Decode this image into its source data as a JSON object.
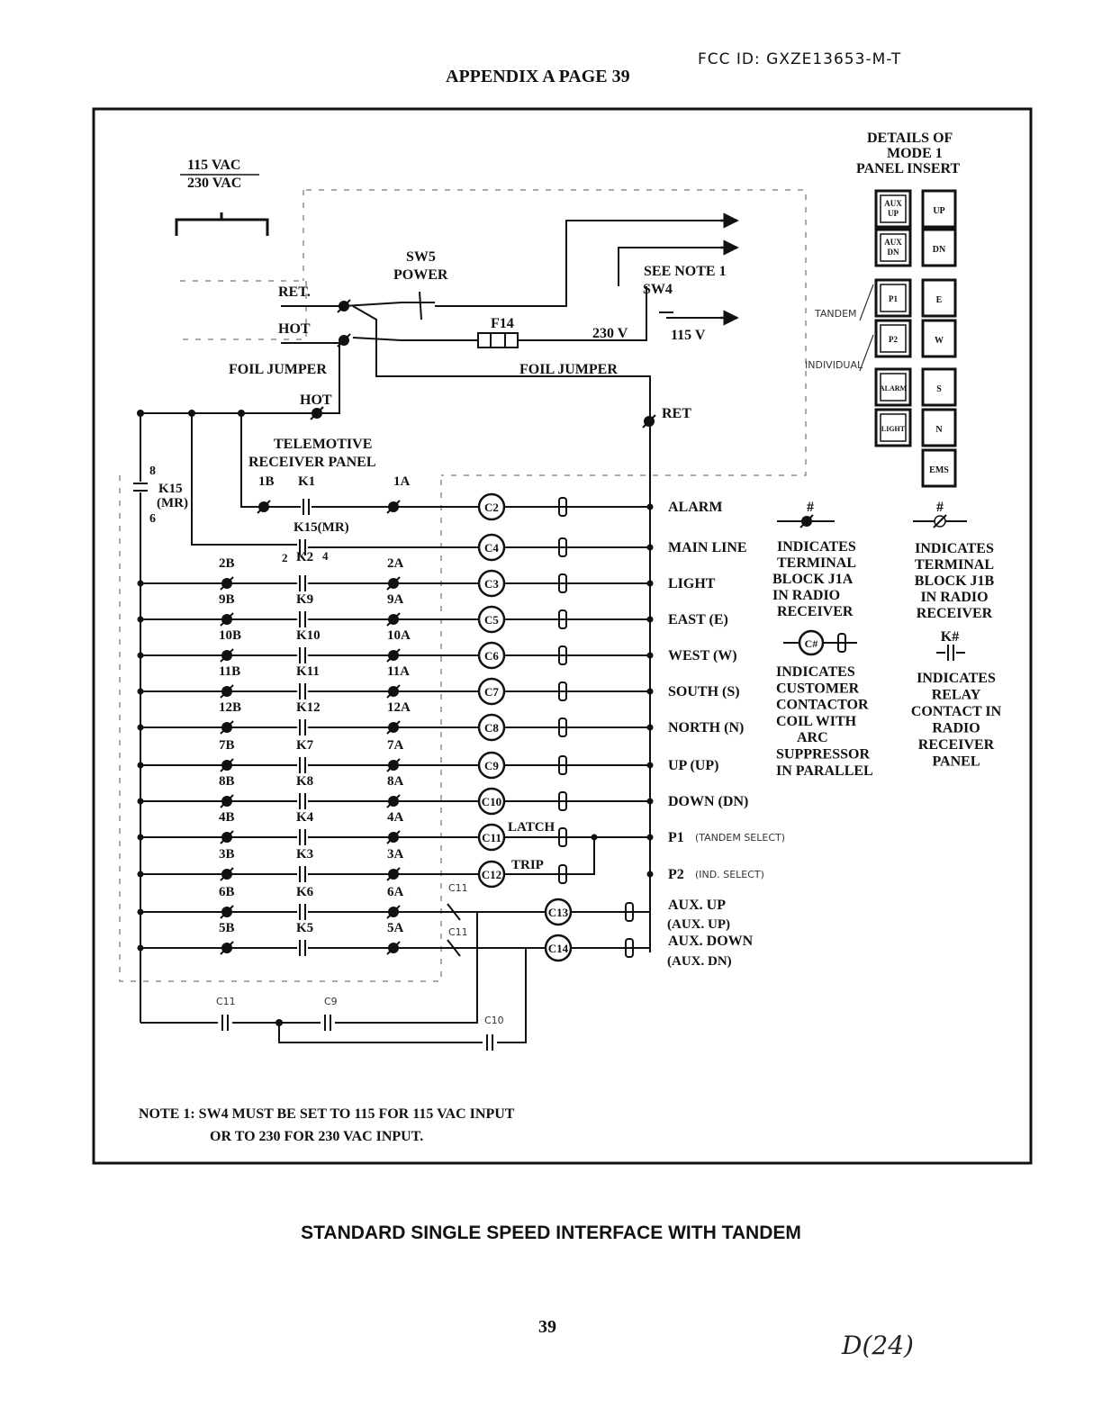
{
  "header": {
    "fcc_id": "FCC ID: GXZE13653-M-T",
    "appendix": "APPENDIX A PAGE 39"
  },
  "diagram": {
    "supply": {
      "top": "115 VAC",
      "bottom": "230 VAC"
    },
    "sw5": {
      "l1": "SW5",
      "l2": "POWER"
    },
    "see_note": "SEE NOTE 1",
    "sw4": "SW4",
    "ret": "RET.",
    "hot": "HOT",
    "f14": "F14",
    "v230": "230 V",
    "v115": "115 V",
    "foil_left": "FOIL JUMPER",
    "foil_right": "FOIL JUMPER",
    "hot2": "HOT",
    "ret2": "RET",
    "panel_l1": "TELEMOTIVE",
    "panel_l2": "RECEIVER PANEL",
    "k15_num_top": "8",
    "k15_l1": "K15",
    "k15_l2": "(MR)",
    "k15_num_bot": "6",
    "k15_relay": "K15(MR)",
    "k2_pin_left": "2",
    "k2_pin_right": "4",
    "rows": [
      {
        "b": "1B",
        "k": "K1",
        "a": "1A",
        "c": "C2",
        "out": "ALARM"
      },
      {
        "b": "",
        "k": "K2",
        "a": "",
        "c": "C4",
        "out": "MAIN LINE"
      },
      {
        "b": "2B",
        "k": "",
        "a": "2A",
        "c": "C3",
        "out": "LIGHT"
      },
      {
        "b": "9B",
        "k": "K9",
        "a": "9A",
        "c": "C5",
        "out": "EAST (E)"
      },
      {
        "b": "10B",
        "k": "K10",
        "a": "10A",
        "c": "C6",
        "out": "WEST (W)"
      },
      {
        "b": "11B",
        "k": "K11",
        "a": "11A",
        "c": "C7",
        "out": "SOUTH (S)"
      },
      {
        "b": "12B",
        "k": "K12",
        "a": "12A",
        "c": "C8",
        "out": "NORTH (N)"
      },
      {
        "b": "7B",
        "k": "K7",
        "a": "7A",
        "c": "C9",
        "out": "UP (UP)"
      },
      {
        "b": "8B",
        "k": "K8",
        "a": "8A",
        "c": "C10",
        "out": "DOWN (DN)"
      },
      {
        "b": "4B",
        "k": "K4",
        "a": "4A",
        "c": "C11",
        "out": "P1"
      },
      {
        "b": "3B",
        "k": "K3",
        "a": "3A",
        "c": "C12",
        "out": "P2"
      },
      {
        "b": "6B",
        "k": "K6",
        "a": "6A",
        "c": "C13",
        "out": "AUX. UP"
      },
      {
        "b": "5B",
        "k": "K5",
        "a": "5A",
        "c": "C14",
        "out": "AUX. DOWN"
      }
    ],
    "p1_hand": "(TANDEM  SELECT)",
    "p2_hand": "(IND. SELECT)",
    "aux_up2": "(AUX. UP)",
    "aux_dn2": "(AUX. DN)",
    "latch": "LATCH",
    "trip": "TRIP",
    "c11_hand": "C11",
    "c9_hand": "C9",
    "c10_hand": "C10",
    "legend": {
      "hash": "#",
      "j1a": [
        "INDICATES",
        "TERMINAL",
        "BLOCK J1A",
        "IN RADIO",
        "RECEIVER"
      ],
      "j1b": [
        "INDICATES",
        "TERMINAL",
        "BLOCK J1B",
        "IN RADIO",
        "RECEIVER"
      ],
      "coil": [
        "INDICATES",
        "CUSTOMER",
        "CONTACTOR",
        "COIL WITH",
        "ARC",
        "SUPPRESSOR",
        "IN PARALLEL"
      ],
      "coil_symbol": "C#",
      "relay_symbol": "K#",
      "relay": [
        "INDICATES",
        "RELAY",
        "CONTACT IN",
        "RADIO",
        "RECEIVER",
        "PANEL"
      ]
    },
    "insert": {
      "title": [
        "DETAILS OF",
        "MODE 1",
        "PANEL INSERT"
      ],
      "left": [
        [
          "AUX",
          "UP"
        ],
        [
          "AUX",
          "DN"
        ],
        [
          "P1"
        ],
        [
          "P2"
        ],
        [
          "ALARM"
        ],
        [
          "LIGHT"
        ]
      ],
      "right": [
        "UP",
        "DN",
        "E",
        "W",
        "S",
        "N",
        "EMS"
      ],
      "tandem": "TANDEM",
      "individual": "INDIVIDUAL"
    }
  },
  "note": {
    "l1": "NOTE 1: SW4 MUST BE SET TO 115 FOR 115 VAC INPUT",
    "l2": "OR TO 230 FOR 230 VAC INPUT."
  },
  "caption": "STANDARD SINGLE SPEED INTERFACE WITH TANDEM",
  "page_number": "39",
  "handwritten": "D(24)"
}
